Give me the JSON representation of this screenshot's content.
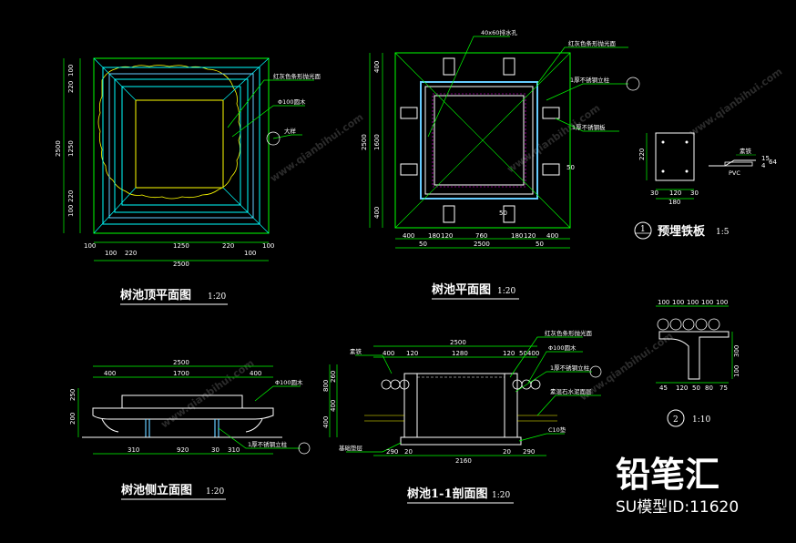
{
  "colors": {
    "bg": "#000000",
    "green": "#00ff00",
    "cyan": "#00ffff",
    "yellow": "#ffff00",
    "white": "#ffffff",
    "lightblue": "#66ccff",
    "magenta": "#ff00ff"
  },
  "titles": {
    "top_plan": "树池顶平面图",
    "top_plan_scale": "1:20",
    "plan": "树池平面图",
    "plan_scale": "1:20",
    "side": "树池侧立面图",
    "side_scale": "1:20",
    "section": "树池1-1剖面图",
    "section_scale": "1:20",
    "plate": "预埋铁板",
    "plate_scale": "1:5",
    "plate_no": "1",
    "detail_no": "2",
    "detail_scale": "1:10"
  },
  "notes": {
    "n1": "红灰色条形抛光面",
    "n2": "Φ100圆木",
    "n3": "大样",
    "n4": "40x60排水孔",
    "n5": "红灰色条形抛光面",
    "n6": "1厚不锈钢立柱",
    "n7": "1厚不锈钢板",
    "n8": "Φ100圆木",
    "n9": "1厚不锈钢立柱",
    "n10": "红灰色条形抛光面",
    "n11": "Φ100圆木",
    "n12": "1厚不锈钢立柱",
    "n13": "素混石水泥面层",
    "n14": "C10垫",
    "n15": "素铁",
    "n16": "基础垫层",
    "n17": "素铁",
    "n18": "PVC"
  },
  "dims": {
    "tp_bottom": [
      "100",
      "100",
      "220",
      "1250",
      "220",
      "100",
      "100"
    ],
    "tp_total": "2500",
    "tp_left": [
      "220",
      "100",
      "1250",
      "100",
      "220"
    ],
    "tp_left_total": "2500",
    "pl_bottom": [
      "400",
      "180",
      "120",
      "760",
      "180",
      "120",
      "400"
    ],
    "pl_bottom2": [
      "50",
      "2500",
      "50"
    ],
    "pl_left": [
      "400",
      "1600",
      "400"
    ],
    "pl_left_total": "2500",
    "pl_inner": [
      "50",
      "50"
    ],
    "plate_dims": [
      "30",
      "120",
      "30"
    ],
    "plate_total": "180",
    "plate_left": "220",
    "plate_right": [
      "15",
      "4",
      "64"
    ],
    "side_top": "2500",
    "side_mid": [
      "400",
      "1700",
      "400"
    ],
    "side_bottom": [
      "310",
      "920",
      "30",
      "310"
    ],
    "side_left": [
      "250",
      "200"
    ],
    "sec_top": "2500",
    "sec_mid": [
      "400",
      "120",
      "1280",
      "120",
      "50400"
    ],
    "sec_bottom": [
      "290",
      "20",
      "2160",
      "20",
      "290"
    ],
    "sec_left": [
      "800",
      "260",
      "400",
      "400"
    ],
    "det_top": [
      "100",
      "100",
      "100",
      "100",
      "100"
    ],
    "det_bottom": [
      "45",
      "120",
      "50",
      "80",
      "75"
    ],
    "det_right": [
      "300",
      "100"
    ]
  },
  "brand": {
    "name": "铅笔汇",
    "id": "SU模型ID:11620"
  },
  "watermark": "www.qianbihui.com"
}
